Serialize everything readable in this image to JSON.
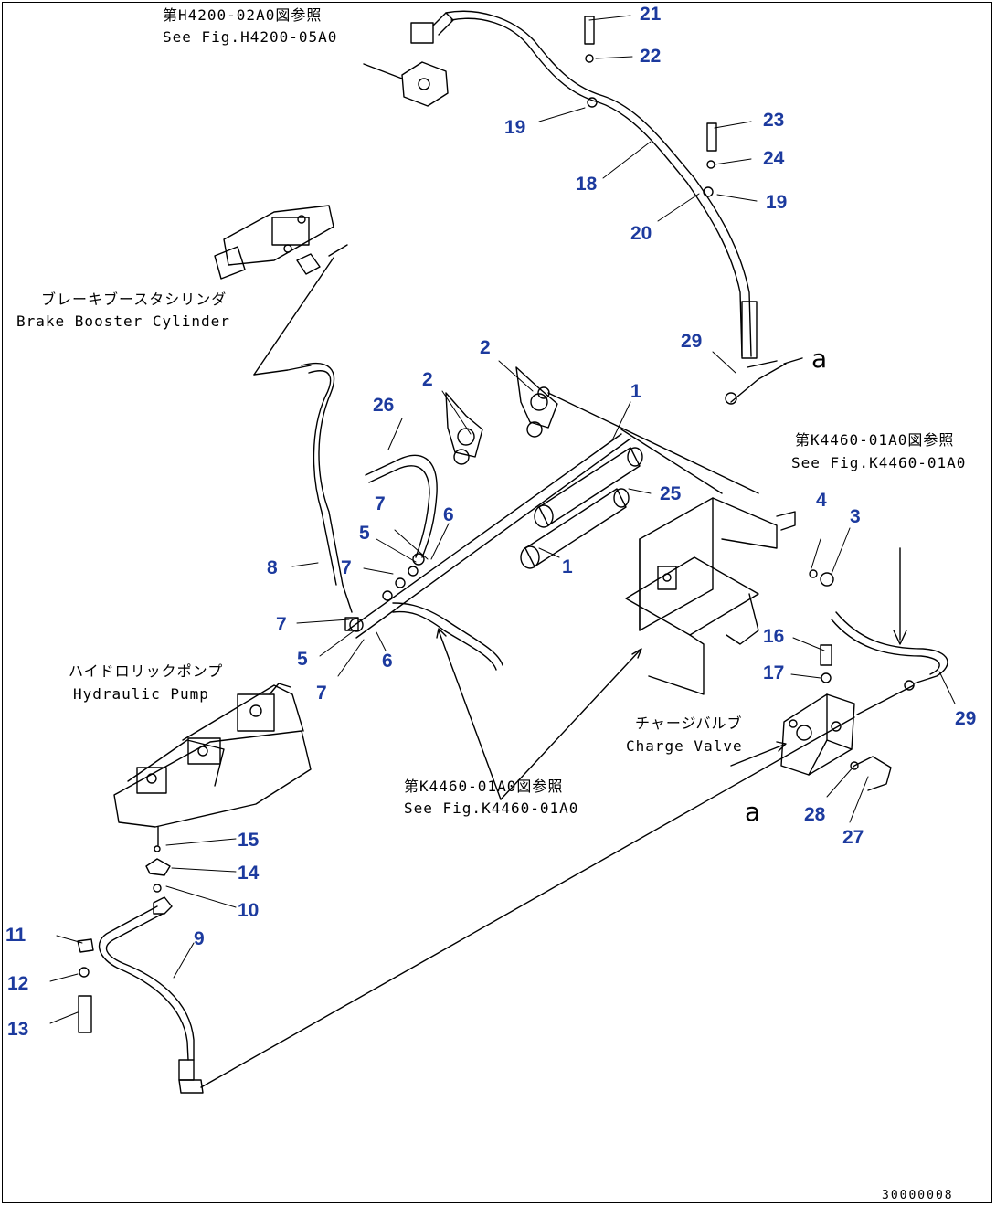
{
  "colors": {
    "part_number": "#1c3a9e",
    "line": "#000000",
    "background": "#ffffff"
  },
  "references": {
    "fig_h4200_jp": "第H4200-02A0図参照",
    "fig_h4200_en": "See Fig.H4200-05A0",
    "brake_booster_jp": "ブレーキブースタシリンダ",
    "brake_booster_en": "Brake Booster Cylinder",
    "fig_k4460_right_jp": "第K4460-01A0図参照",
    "fig_k4460_right_en": "See Fig.K4460-01A0",
    "hydraulic_pump_jp": "ハイドロリックポンプ",
    "hydraulic_pump_en": "Hydraulic Pump",
    "charge_valve_jp": "チャージバルブ",
    "charge_valve_en": "Charge Valve",
    "fig_k4460_center_jp": "第K4460-01A0図参照",
    "fig_k4460_center_en": "See Fig.K4460-01A0"
  },
  "connection_mark": "a",
  "drawing_code": "30000008",
  "parts": {
    "p21": "21",
    "p22": "22",
    "p19a": "19",
    "p23": "23",
    "p24": "24",
    "p18": "18",
    "p19b": "19",
    "p20": "20",
    "p29a": "29",
    "p2a": "2",
    "p1a": "1",
    "p26": "26",
    "p2b": "2",
    "p25": "25",
    "p4": "4",
    "p3": "3",
    "p7a": "7",
    "p6a": "6",
    "p5a": "5",
    "p7b": "7",
    "p8": "8",
    "p1b": "1",
    "p7c": "7",
    "p5b": "5",
    "p6b": "6",
    "p7d": "7",
    "p16": "16",
    "p17": "17",
    "p29b": "29",
    "p28": "28",
    "p27": "27",
    "p15": "15",
    "p14": "14",
    "p10": "10",
    "p9": "9",
    "p11": "11",
    "p12": "12",
    "p13": "13"
  }
}
